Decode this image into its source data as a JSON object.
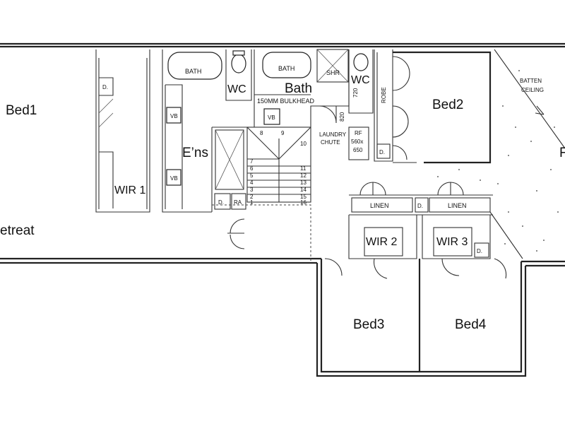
{
  "rooms": {
    "bed1": "Bed1",
    "retreat": "etreat",
    "wir1": "WIR 1",
    "ens": "E’ns",
    "wc_left": "WC",
    "bath": "Bath",
    "wc_right": "WC",
    "bed2": "Bed2",
    "bed3": "Bed3",
    "bed4": "Bed4",
    "wir2": "WIR 2",
    "wir3": "WIR 3",
    "partial_right": "F"
  },
  "fixtures": {
    "bath_left": "BATH",
    "bath_right": "BATH",
    "shower": "SHR",
    "vb_ens_top": "VB",
    "vb_ens_bottom": "VB",
    "vb_bath": "VB",
    "bulkhead": "150MM BULKHEAD",
    "laundry_line1": "LAUNDRY",
    "laundry_line2": "CHUTE",
    "rf_line1": "RF",
    "rf_line2": "560x",
    "rf_line3": "650",
    "dim_820": "820",
    "dim_720": "720",
    "robe": "ROBE",
    "linen_left": "LINEN",
    "linen_right": "LINEN",
    "batten_line1": "BATTEN",
    "batten_line2": "CEILING",
    "d_wir1": "D.",
    "d_ens": "D.",
    "ra": "RA",
    "d_rf": "D.",
    "d_linen": "D.",
    "d_wir3": "D."
  },
  "stairs": {
    "top_left": "8",
    "top_right": "9",
    "landing": "10",
    "left_flight": [
      "7",
      "6",
      "5",
      "4",
      "3",
      "2",
      "1"
    ],
    "right_flight": [
      "11",
      "12",
      "13",
      "14",
      "15",
      "16"
    ]
  }
}
